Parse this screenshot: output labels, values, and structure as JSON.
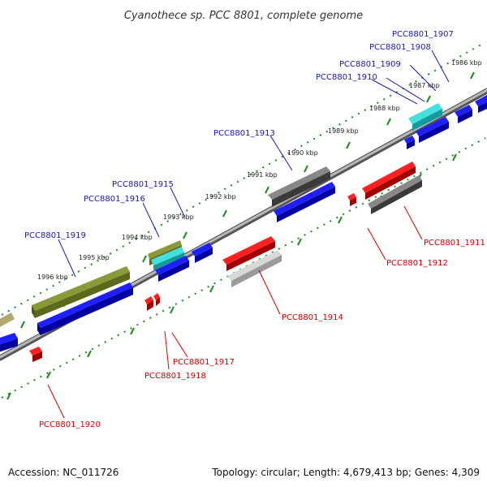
{
  "title": "Cyanothece sp. PCC 8801, complete genome",
  "footer": {
    "accession": "Accession: NC_011726",
    "topology": "Topology: circular; Length: 4,679,413 bp; Genes: 4,309"
  },
  "colors": {
    "forward_label": "#1a1aa6",
    "reverse_label": "#cc0000",
    "backbone": "#888888",
    "tick": "#1e8a1e"
  },
  "ticks": [
    {
      "label": "1986 kbp"
    },
    {
      "label": "1987 kbp"
    },
    {
      "label": "1988 kbp"
    },
    {
      "label": "1989 kbp"
    },
    {
      "label": "1990 kbp"
    },
    {
      "label": "1991 kbp"
    },
    {
      "label": "1992 kbp"
    },
    {
      "label": "1993 kbp"
    },
    {
      "label": "1994 kbp"
    },
    {
      "label": "1995 kbp"
    },
    {
      "label": "1996 kbp"
    }
  ],
  "genes": [
    {
      "name": "PCC8801_1907",
      "strand": "forward"
    },
    {
      "name": "PCC8801_1908",
      "strand": "forward"
    },
    {
      "name": "PCC8801_1909",
      "strand": "forward"
    },
    {
      "name": "PCC8801_1910",
      "strand": "forward"
    },
    {
      "name": "PCC8801_1913",
      "strand": "forward"
    },
    {
      "name": "PCC8801_1915",
      "strand": "forward"
    },
    {
      "name": "PCC8801_1916",
      "strand": "forward"
    },
    {
      "name": "PCC8801_1919",
      "strand": "forward"
    },
    {
      "name": "PCC8801_1911",
      "strand": "reverse"
    },
    {
      "name": "PCC8801_1912",
      "strand": "reverse"
    },
    {
      "name": "PCC8801_1914",
      "strand": "reverse"
    },
    {
      "name": "PCC8801_1917",
      "strand": "reverse"
    },
    {
      "name": "PCC8801_1918",
      "strand": "reverse"
    },
    {
      "name": "PCC8801_1920",
      "strand": "reverse"
    }
  ]
}
